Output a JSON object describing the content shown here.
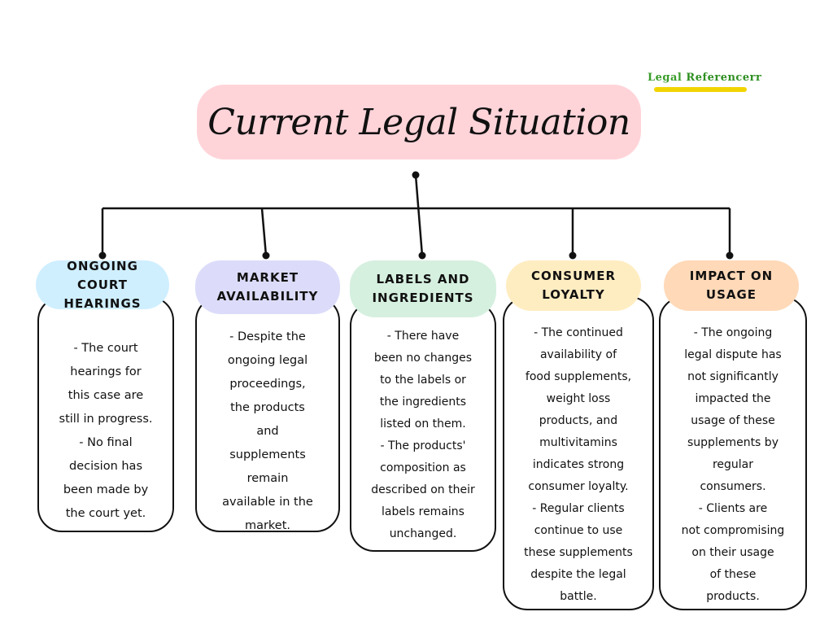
{
  "logo": {
    "word1": "Legal",
    "word2": "Referencerr"
  },
  "title": "Current Legal Situation",
  "colors": {
    "title_bg": "#ffd4d9",
    "line": "#111111"
  },
  "cards": [
    {
      "heading": "ONGOING\nCOURT\nHEARINGS",
      "color": "#cfefff",
      "text": "- The court\nhearings for\nthis case are\nstill in progress.\n- No final\ndecision has\nbeen made by\nthe court yet."
    },
    {
      "heading": "MARKET\nAVAILABILITY",
      "color": "#dcdcfa",
      "text": "- Despite the\nongoing legal\nproceedings,\nthe products\nand\nsupplements\nremain\navailable in the\nmarket."
    },
    {
      "heading": "LABELS AND\nINGREDIENTS",
      "color": "#d6f0e0",
      "text": "- There have\nbeen no changes\nto the labels or\nthe ingredients\nlisted on them.\n- The products'\ncomposition as\ndescribed on their\nlabels remains\nunchanged."
    },
    {
      "heading": "CONSUMER\nLOYALTY",
      "color": "#ffedc2",
      "text": "- The continued\navailability of\nfood supplements,\nweight loss\nproducts, and\nmultivitamins\nindicates strong\nconsumer loyalty.\n- Regular clients\ncontinue to use\nthese supplements\ndespite the legal\nbattle."
    },
    {
      "heading": "IMPACT ON\nUSAGE",
      "color": "#ffd9b8",
      "text": "- The ongoing\nlegal dispute has\nnot significantly\nimpacted the\nusage of these\nsupplements by\nregular\nconsumers.\n- Clients are\nnot compromising\non their usage\nof these\nproducts."
    }
  ]
}
